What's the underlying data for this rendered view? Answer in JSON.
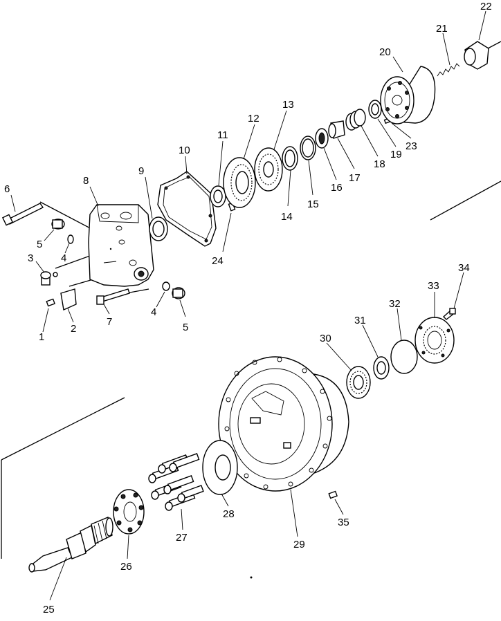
{
  "labels": {
    "p1": "1",
    "p2": "2",
    "p3": "3",
    "p4a": "4",
    "p4b": "4",
    "p5a": "5",
    "p5b": "5",
    "p6": "6",
    "p7": "7",
    "p8": "8",
    "p9": "9",
    "p10": "10",
    "p11": "11",
    "p12": "12",
    "p13": "13",
    "p14": "14",
    "p15": "15",
    "p16": "16",
    "p17": "17",
    "p18": "18",
    "p19": "19",
    "p20": "20",
    "p21": "21",
    "p22": "22",
    "p23": "23",
    "p24": "24",
    "p25": "25",
    "p26": "26",
    "p27": "27",
    "p28": "28",
    "p29": "29",
    "p30": "30",
    "p31": "31",
    "p32": "32",
    "p33": "33",
    "p34": "34",
    "p35": "35"
  }
}
